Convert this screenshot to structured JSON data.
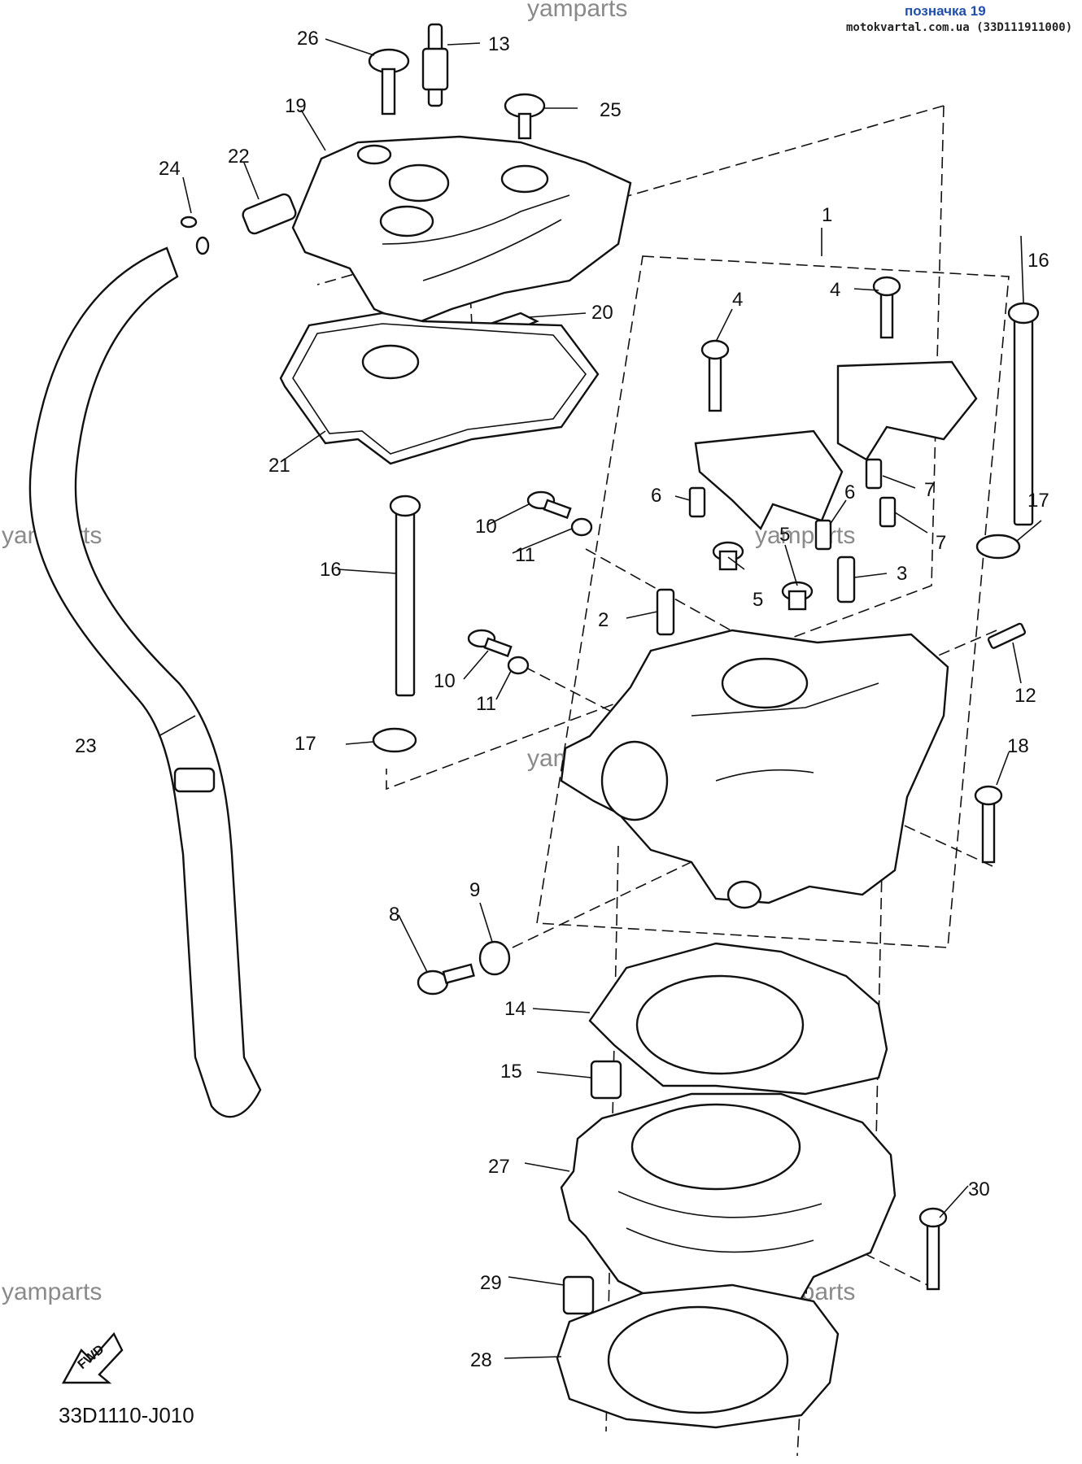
{
  "header": {
    "title": "позначка 19",
    "source": "motokvartal.com.ua (33D111911000)"
  },
  "watermark": "yamparts",
  "diagram_code": "33D1110-J010",
  "fwd_label": "FWD",
  "callouts": [
    "1",
    "2",
    "3",
    "4",
    "5",
    "6",
    "7",
    "8",
    "9",
    "10",
    "11",
    "12",
    "13",
    "14",
    "15",
    "16",
    "17",
    "18",
    "19",
    "20",
    "21",
    "22",
    "23",
    "24",
    "25",
    "26",
    "27",
    "28",
    "29",
    "30"
  ]
}
